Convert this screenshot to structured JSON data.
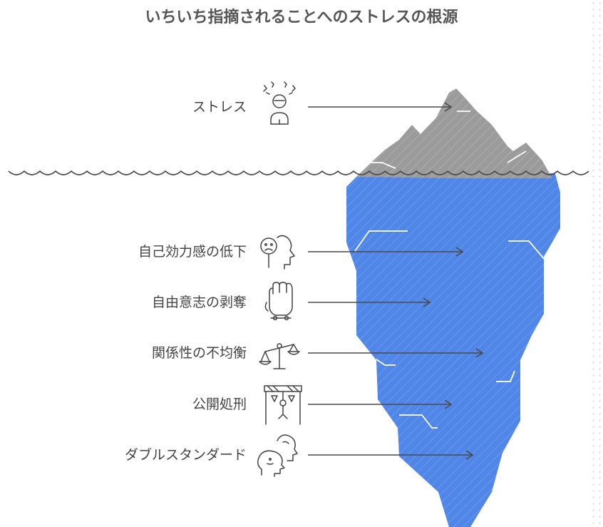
{
  "title": "いちいち指摘されることへのストレスの根源",
  "layers": [
    {
      "label": "ストレス",
      "icon": "stressed-person-icon",
      "zone": "above-water"
    },
    {
      "label": "自己効力感の低下",
      "icon": "sad-face-head-icon",
      "zone": "below-water"
    },
    {
      "label": "自由意志の剥奪",
      "icon": "clenched-fist-icon",
      "zone": "below-water"
    },
    {
      "label": "関係性の不均衡",
      "icon": "unbalanced-scale-icon",
      "zone": "below-water"
    },
    {
      "label": "公開処刑",
      "icon": "hanging-gallows-icon",
      "zone": "below-water"
    },
    {
      "label": "ダブルスタンダード",
      "icon": "two-faced-heads-icon",
      "zone": "below-water"
    }
  ],
  "colors": {
    "peak": "#9b9b9b",
    "submerged": "#4f86e8",
    "water_line": "#4a4a4a",
    "text": "#444444",
    "title": "#555555",
    "arrow": "#4a4a4a"
  }
}
